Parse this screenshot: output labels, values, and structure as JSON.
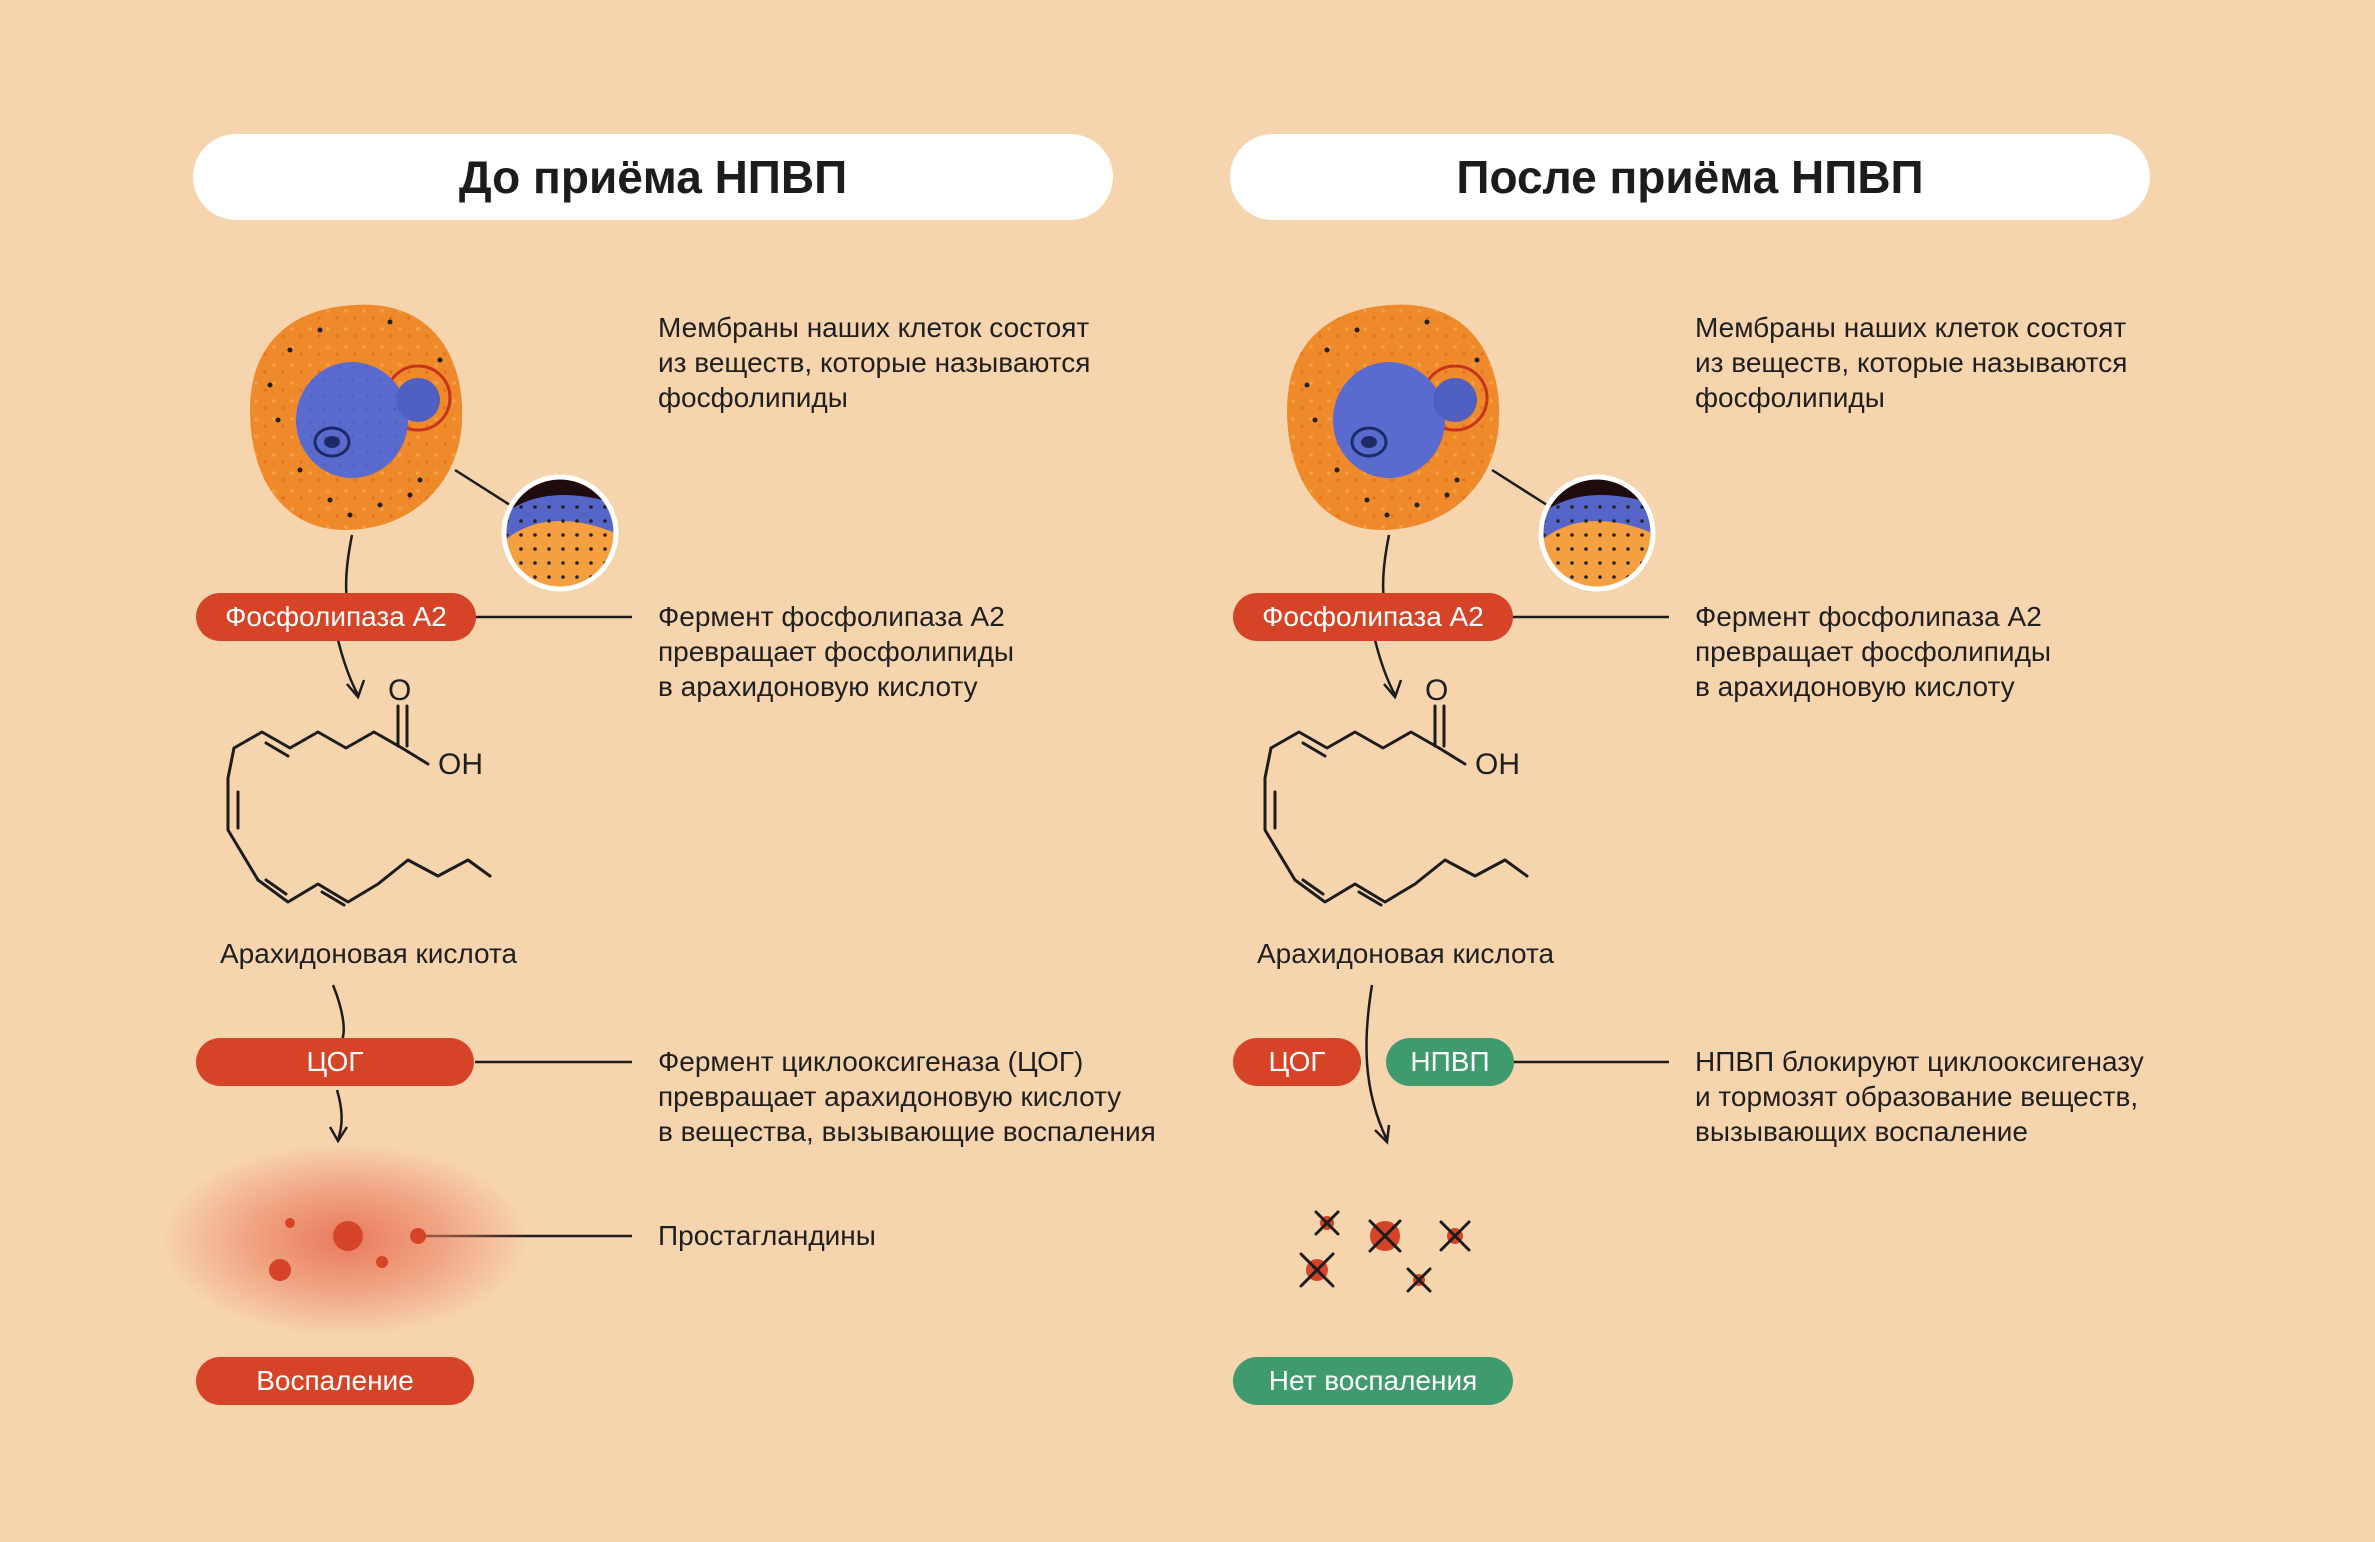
{
  "palette": {
    "background": "#f6d4ad",
    "red": "#d64427",
    "green": "#3f9a6d",
    "cell_orange": "#ef8a2a",
    "nucleus_blue": "#5a6bd0"
  },
  "left": {
    "header": "До приёма НПВП",
    "cell_text": "Мембраны наших клеток состоят\nиз веществ, которые называются\nфосфолипиды",
    "enzyme_pill": "Фосфолипаза А2",
    "enzyme_text": "Фермент фосфолипаза А2\nпревращает фосфолипиды\nв арахидоновую кислоту",
    "molecule_name": "Арахидоновая кислота",
    "atom_o": "O",
    "atom_oh": "OH",
    "cox_pill": "ЦОГ",
    "cox_text": "Фермент циклооксигеназа (ЦОГ)\nпревращает арахидоновую кислоту\nв вещества, вызывающие воспаления",
    "prostaglandins_text": "Простагландины",
    "result_pill": "Воспаление"
  },
  "right": {
    "header": "После приёма НПВП",
    "cell_text": "Мембраны наших клеток состоят\nиз веществ, которые называются\nфосфолипиды",
    "enzyme_pill": "Фосфолипаза А2",
    "enzyme_text": "Фермент фосфолипаза А2\nпревращает фосфолипиды\nв арахидоновую кислоту",
    "molecule_name": "Арахидоновая кислота",
    "atom_o": "O",
    "atom_oh": "OH",
    "cox_pill": "ЦОГ",
    "nsaid_pill": "НПВП",
    "nsaid_text": "НПВП блокируют циклооксигеназу\nи тормозят образование веществ,\nвызывающих воспаление",
    "result_pill": "Нет воспаления"
  },
  "icons": [
    "cell-icon",
    "membrane-zoom-icon",
    "arrow-down-icon",
    "arachidonic-acid-structure",
    "prostaglandin-dots",
    "blocked-cross-icon"
  ]
}
